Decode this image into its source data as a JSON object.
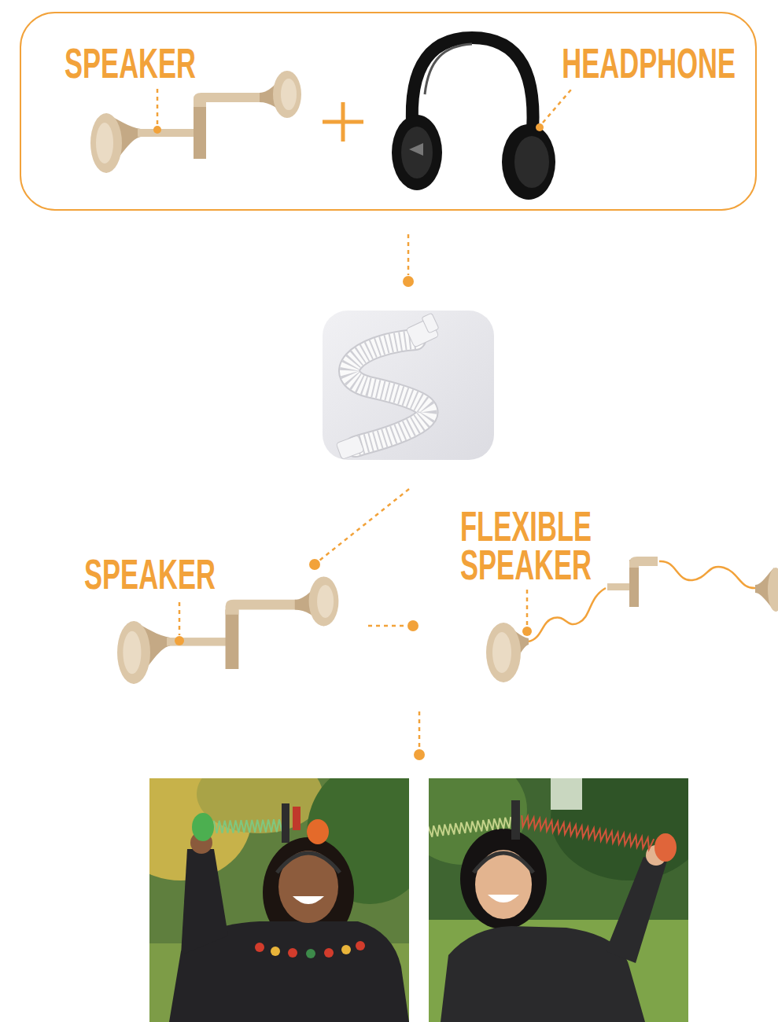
{
  "diagram": {
    "nodes": [
      {
        "text": [
          "SPEAKER",
          "HEADPHONE"
        ]
      }
    ],
    "labels": [
      "SPEAKER",
      "FLEXIBLE SPEAKER"
    ]
  }
}
